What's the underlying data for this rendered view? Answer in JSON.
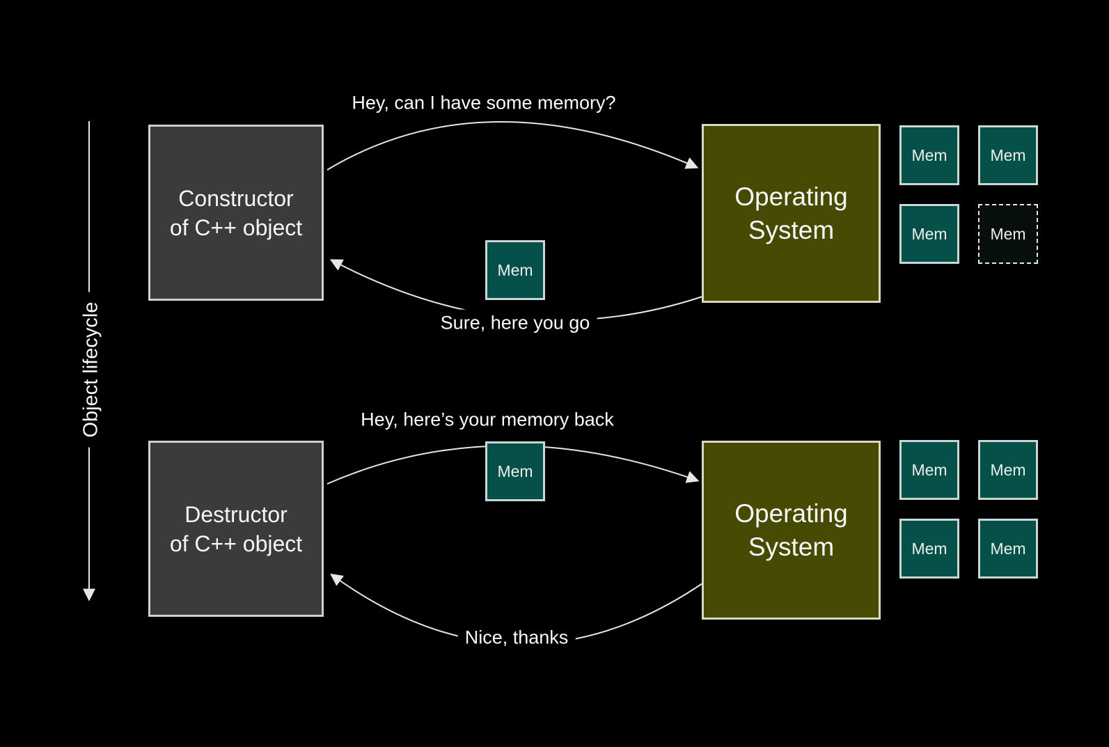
{
  "colors": {
    "background": "#000000",
    "actor_box_fill": "#3b3b3b",
    "actor_box_border": "#cfcfcf",
    "os_box_fill": "#474a03",
    "os_box_border": "#d9d9c3",
    "mem_fill": "#05514a",
    "mem_border": "#c9d6d4",
    "mem_dashed_fill": "#070e0e",
    "arrow": "#e6e6e6",
    "text": "#ffffff"
  },
  "axis": {
    "label": "Object lifecycle"
  },
  "sections": [
    {
      "name": "construction",
      "actor_line1": "Constructor",
      "actor_line2": "of C++ object",
      "os_line1": "Operating",
      "os_line2": "System",
      "request_label": "Hey, can I have some memory?",
      "response_label": "Sure, here you go",
      "transfer_mem_label": "Mem",
      "mem_cells": [
        {
          "label": "Mem",
          "dashed": false
        },
        {
          "label": "Mem",
          "dashed": false
        },
        {
          "label": "Mem",
          "dashed": false
        },
        {
          "label": "Mem",
          "dashed": true
        }
      ]
    },
    {
      "name": "destruction",
      "actor_line1": "Destructor",
      "actor_line2": "of C++ object",
      "os_line1": "Operating",
      "os_line2": "System",
      "request_label": "Hey, here’s your memory back",
      "response_label": "Nice, thanks",
      "transfer_mem_label": "Mem",
      "mem_cells": [
        {
          "label": "Mem",
          "dashed": false
        },
        {
          "label": "Mem",
          "dashed": false
        },
        {
          "label": "Mem",
          "dashed": false
        },
        {
          "label": "Mem",
          "dashed": false
        }
      ]
    }
  ]
}
